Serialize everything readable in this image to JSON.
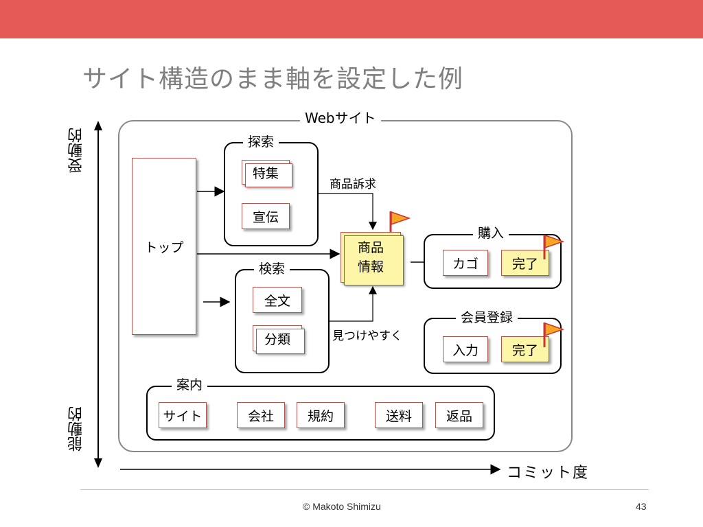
{
  "slide": {
    "title": "サイト構造のまま軸を設定した例",
    "footer_copyright": "© Makoto Shimizu",
    "page_number": "43",
    "accent_color": "#e55a57"
  },
  "axes": {
    "vertical_top": "受動的",
    "vertical_bottom": "能動的",
    "horizontal": "コミット度"
  },
  "diagram": {
    "website_label": "Webサイト",
    "top_page": "トップ",
    "groups": {
      "explore": {
        "label": "探索",
        "items": [
          "特集",
          "宣伝"
        ]
      },
      "search": {
        "label": "検索",
        "items": [
          "全文",
          "分類"
        ]
      },
      "purchase": {
        "label": "購入",
        "items": [
          "カゴ",
          "完了"
        ]
      },
      "register": {
        "label": "会員登録",
        "items": [
          "入力",
          "完了"
        ]
      },
      "guide": {
        "label": "案内",
        "items": [
          "サイト",
          "会社",
          "規約",
          "送料",
          "返品"
        ]
      }
    },
    "product_info": "商品\n情報",
    "annotations": {
      "appeal": "商品訴求",
      "findability": "見つけやすく"
    }
  }
}
